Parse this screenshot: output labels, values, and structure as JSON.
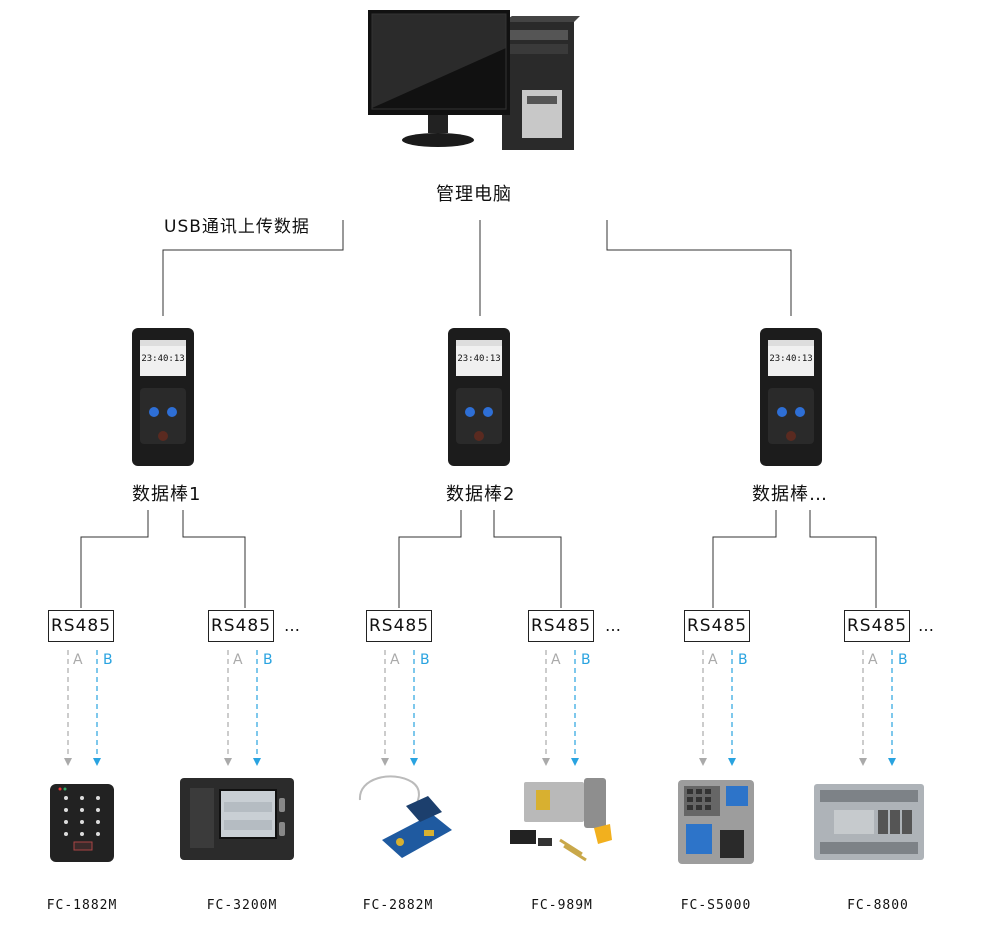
{
  "pc": {
    "label": "管理电脑"
  },
  "usb_label": "USB通讯上传数据",
  "sticks": [
    {
      "label": "数据棒1",
      "time": "23:40:13"
    },
    {
      "label": "数据棒2",
      "time": "23:40:13"
    },
    {
      "label": "数据棒…",
      "time": "23:40:13"
    }
  ],
  "rs485": {
    "text": "RS485",
    "ellipsis": "…",
    "line_a": "A",
    "line_b": "B"
  },
  "devices": [
    {
      "model": "FC-1882M"
    },
    {
      "model": "FC-3200M"
    },
    {
      "model": "FC-2882M"
    },
    {
      "model": "FC-989M"
    },
    {
      "model": "FC-S5000"
    },
    {
      "model": "FC-8800"
    }
  ],
  "colors": {
    "line_a": "#aaaaaa",
    "line_b": "#29a3e0",
    "connector": "#333333"
  }
}
